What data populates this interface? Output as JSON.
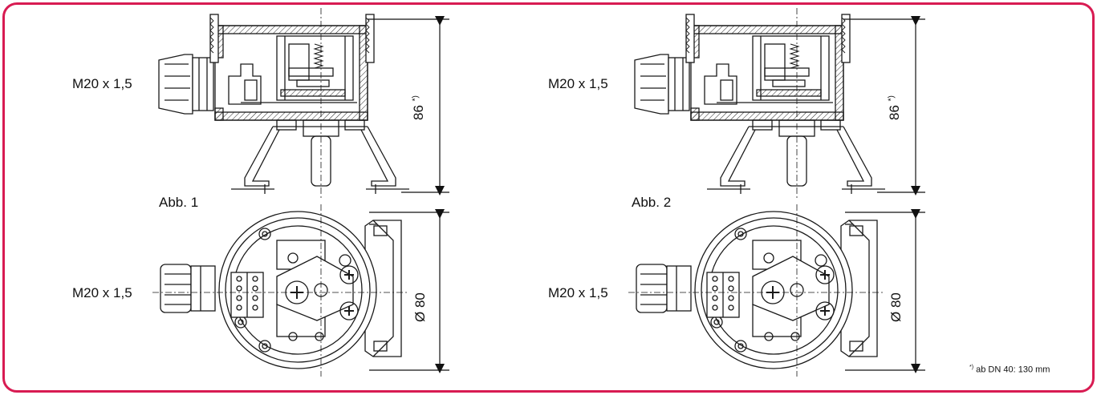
{
  "figures": [
    {
      "caption": "Abb. 1",
      "thread_side": "M20 x 1,5",
      "thread_top": "M20 x 1,5",
      "height_dim": "86",
      "height_mark": "*)",
      "diameter_dim": "Ø 80"
    },
    {
      "caption": "Abb. 2",
      "thread_side": "M20 x 1,5",
      "thread_top": "M20 x 1,5",
      "height_dim": "86",
      "height_mark": "*)",
      "diameter_dim": "Ø 80"
    }
  ],
  "footnote": {
    "mark": "*)",
    "text": "ab DN 40: 130 mm"
  },
  "colors": {
    "frame": "#d81b52",
    "line": "#1a1a1a"
  }
}
